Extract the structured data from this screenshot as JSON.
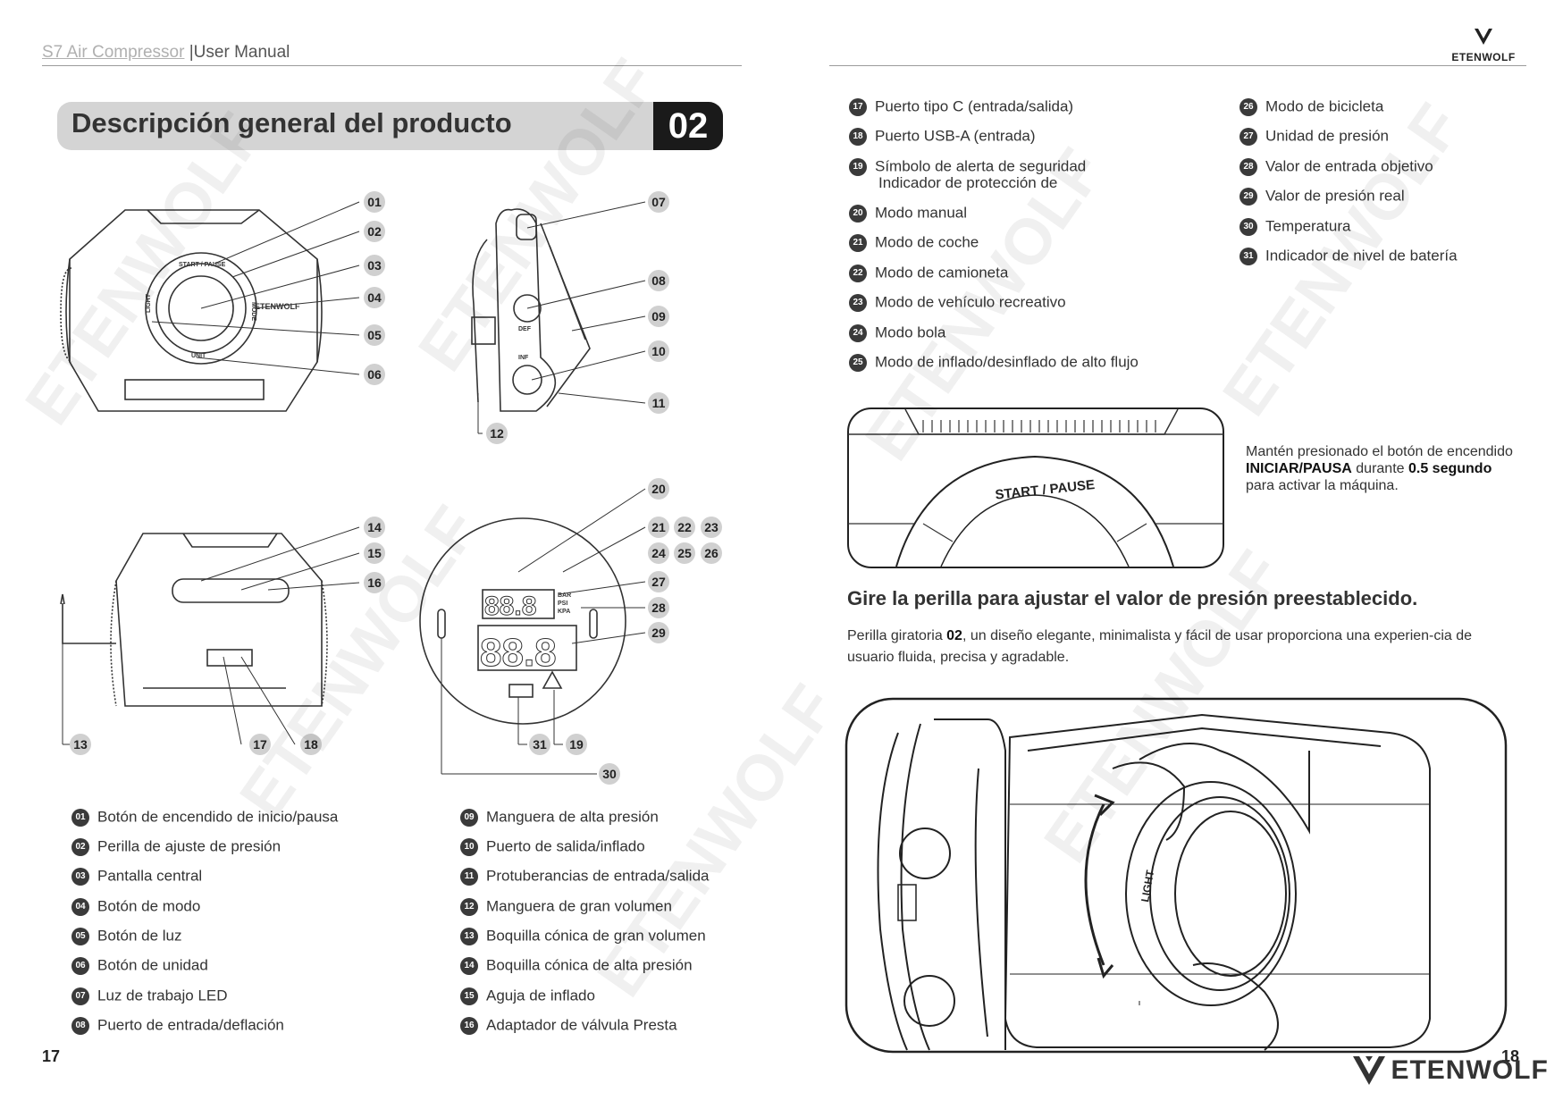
{
  "header": {
    "product": "S7 Air Compressor",
    "separator": "|",
    "doc": "User Manual",
    "brand": "ETENWOLF"
  },
  "section": {
    "title": "Descripción general del producto",
    "number": "02"
  },
  "diagram_callouts": [
    "01",
    "02",
    "03",
    "04",
    "05",
    "06",
    "07",
    "08",
    "09",
    "10",
    "11",
    "12",
    "13",
    "14",
    "15",
    "16",
    "17",
    "18",
    "19",
    "20",
    "21",
    "22",
    "23",
    "24",
    "25",
    "26",
    "27",
    "28",
    "29",
    "30",
    "31"
  ],
  "diagram_labels": {
    "start_pause": "START / PAUSE",
    "light": "LIGHT",
    "mode": "MODE",
    "unit": "UNIT",
    "brand": "ETENWOLF",
    "def": "DEF",
    "inf": "INF",
    "units": [
      "BAR",
      "PSI",
      "KPA"
    ],
    "digits_top": "88.8",
    "digits_bottom": "88.8"
  },
  "left_list": [
    {
      "n": "01",
      "label": "Botón de encendido de inicio/pausa"
    },
    {
      "n": "02",
      "label": "Perilla de ajuste de presión"
    },
    {
      "n": "03",
      "label": "Pantalla central"
    },
    {
      "n": "04",
      "label": "Botón de modo"
    },
    {
      "n": "05",
      "label": "Botón de luz"
    },
    {
      "n": "06",
      "label": "Botón de unidad"
    },
    {
      "n": "07",
      "label": "Luz de trabajo LED"
    },
    {
      "n": "08",
      "label": "Puerto de entrada/deflación"
    }
  ],
  "mid_list": [
    {
      "n": "09",
      "label": "Manguera de alta presión"
    },
    {
      "n": "10",
      "label": "Puerto de salida/inflado"
    },
    {
      "n": "11",
      "label": "Protuberancias de entrada/salida"
    },
    {
      "n": "12",
      "label": "Manguera de gran volumen"
    },
    {
      "n": "13",
      "label": "Boquilla cónica de gran volumen"
    },
    {
      "n": "14",
      "label": "Boquilla cónica de alta presión"
    },
    {
      "n": "15",
      "label": "Aguja de inflado"
    },
    {
      "n": "16",
      "label": "Adaptador de válvula Presta"
    }
  ],
  "right_list_a": [
    {
      "n": "17",
      "label": "Puerto tipo C (entrada/salida)"
    },
    {
      "n": "18",
      "label": "Puerto USB-A (entrada)"
    },
    {
      "n": "19",
      "label": "Símbolo de alerta de seguridad",
      "label2": "Indicador de protección de"
    },
    {
      "n": "20",
      "label": "Modo manual"
    },
    {
      "n": "21",
      "label": "Modo de coche"
    },
    {
      "n": "22",
      "label": "Modo de camioneta"
    },
    {
      "n": "23",
      "label": "Modo de vehículo recreativo"
    },
    {
      "n": "24",
      "label": "Modo bola"
    },
    {
      "n": "25",
      "label": "Modo de inflado/desinflado de alto flujo"
    }
  ],
  "right_list_b": [
    {
      "n": "26",
      "label": "Modo de bicicleta"
    },
    {
      "n": "27",
      "label": "Unidad de presión"
    },
    {
      "n": "28",
      "label": "Valor de entrada objetivo"
    },
    {
      "n": "29",
      "label": "Valor de presión real"
    },
    {
      "n": "30",
      "label": "Temperatura"
    },
    {
      "n": "31",
      "label": "Indicador de nivel de batería"
    }
  ],
  "note": {
    "pre": "Mantén presionado el botón de encendido ",
    "bold1": "INICIAR/PAUSA",
    "mid": " durante ",
    "bold2": "0.5 segundo",
    "post": " para activar la máquina."
  },
  "knob_heading": "Gire la perilla para ajustar el valor de presión preestablecido.",
  "knob_para": {
    "pre": "Perilla giratoria ",
    "bold": "02",
    "post": ", un diseño elegante, minimalista y fácil de usar proporciona una experien-cia de usuario fluida, precisa y agradable."
  },
  "page_left": "17",
  "page_right": "18",
  "watermark": "ETENWOLF",
  "colors": {
    "badge": "#3a3a3a",
    "section_bar": "#d4d4d4",
    "section_num": "#1a1a1a"
  }
}
